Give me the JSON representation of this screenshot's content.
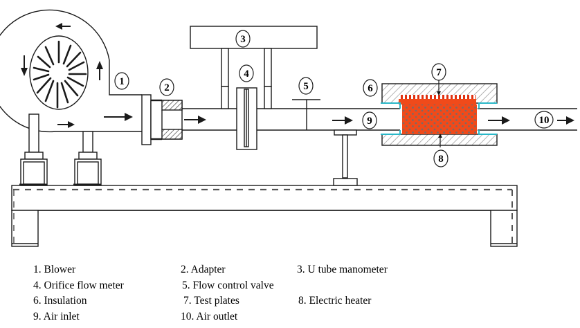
{
  "callouts": {
    "c1": "1",
    "c2": "2",
    "c3": "3",
    "c4": "4",
    "c5": "5",
    "c6": "6",
    "c7": "7",
    "c8": "8",
    "c9": "9",
    "c10": "10"
  },
  "legend": [
    {
      "number": "1.",
      "label": "Blower"
    },
    {
      "number": "2.",
      "label": "Adapter"
    },
    {
      "number": "3.",
      "label": "U tube manometer"
    },
    {
      "number": "4.",
      "label": "Orifice flow meter"
    },
    {
      "number": "5.",
      "label": "Flow control valve"
    },
    {
      "number": "6.",
      "label": "Insulation"
    },
    {
      "number": "7.",
      "label": "Test plates"
    },
    {
      "number": "8.",
      "label": "Electric heater"
    },
    {
      "number": "9.",
      "label": "Air inlet"
    },
    {
      "number": "10.",
      "label": "Air outlet"
    }
  ],
  "colors": {
    "line": "#1a1a1a",
    "test_section": "#f04a1a",
    "insulation_hatch": "#9a9a9a",
    "seal": "#2ab8c8",
    "dash": "#555555"
  }
}
